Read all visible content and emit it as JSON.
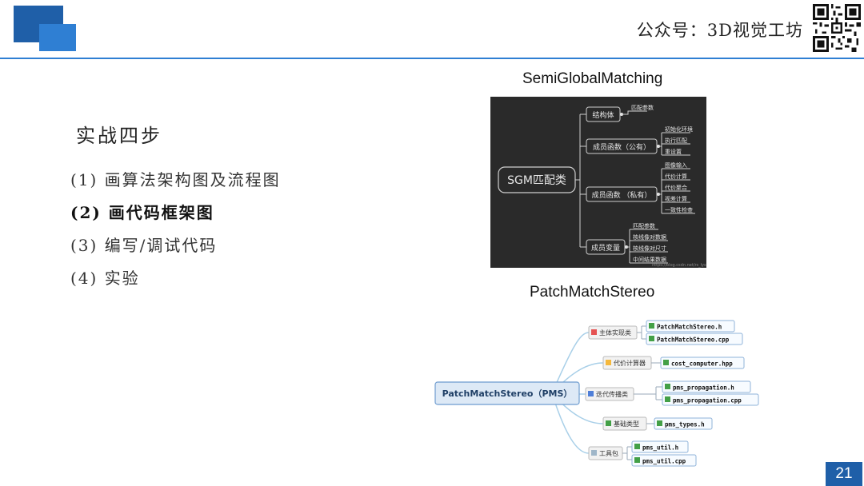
{
  "header": {
    "title": "公众号：3D视觉工坊"
  },
  "slide": {
    "heading": "实战四步",
    "steps": [
      {
        "text": "(1) 画算法架构图及流程图"
      },
      {
        "text": "(2) 画代码框架图"
      },
      {
        "text": "(3) 编写/调试代码"
      },
      {
        "text": "(4) 实验"
      }
    ]
  },
  "sgm": {
    "caption": "SemiGlobalMatching",
    "root": "SGM匹配类",
    "branches": [
      {
        "label": "结构体",
        "children": [
          "匹配参数"
        ]
      },
      {
        "label": "成员函数（公有）",
        "children": [
          "初始化环境",
          "执行匹配",
          "重设置"
        ]
      },
      {
        "label": "成员函数 （私有）",
        "children": [
          "图像输入",
          "代价计算",
          "代价聚合",
          "视差计算",
          "一致性检查"
        ]
      },
      {
        "label": "成员变量",
        "children": [
          "匹配参数",
          "核线像对数据",
          "核线像对尺寸",
          "中间结果数据"
        ]
      }
    ],
    "watermark": "https://blog.csdn.net/rs_lys"
  },
  "pms": {
    "caption": "PatchMatchStereo",
    "root": "PatchMatchStereo（PMS）",
    "branches": [
      {
        "label": "主体实现类",
        "files": [
          "PatchMatchStereo.h",
          "PatchMatchStereo.cpp"
        ]
      },
      {
        "label": "代价计算器",
        "files": [
          "cost_computer.hpp"
        ]
      },
      {
        "label": "迭代传播类",
        "files": [
          "pms_propagation.h",
          "pms_propagation.cpp"
        ]
      },
      {
        "label": "基础类型",
        "files": [
          "pms_types.h"
        ]
      },
      {
        "label": "工具包",
        "files": [
          "pms_util.h",
          "pms_util.cpp"
        ]
      }
    ]
  },
  "footer": {
    "page_number": "21"
  }
}
